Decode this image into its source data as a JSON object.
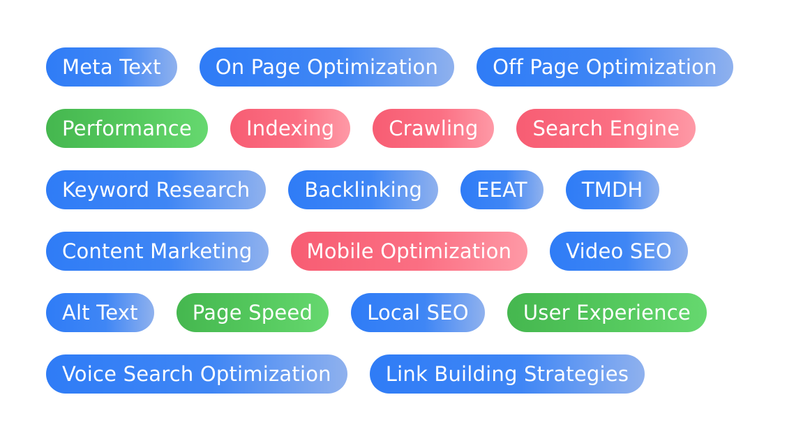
{
  "tag_rows": [
    [
      {
        "label": "Meta Text",
        "color": "blue"
      },
      {
        "label": "On Page Optimization",
        "color": "blue"
      },
      {
        "label": "Off Page Optimization",
        "color": "blue"
      }
    ],
    [
      {
        "label": "Performance",
        "color": "green"
      },
      {
        "label": "Indexing",
        "color": "red"
      },
      {
        "label": "Crawling",
        "color": "red"
      },
      {
        "label": "Search Engine",
        "color": "red"
      }
    ],
    [
      {
        "label": "Keyword Research",
        "color": "blue"
      },
      {
        "label": "Backlinking",
        "color": "blue"
      },
      {
        "label": "EEAT",
        "color": "blue"
      },
      {
        "label": "TMDH",
        "color": "blue"
      }
    ],
    [
      {
        "label": "Content Marketing",
        "color": "blue"
      },
      {
        "label": "Mobile Optimization",
        "color": "red"
      },
      {
        "label": "Video SEO",
        "color": "blue"
      }
    ],
    [
      {
        "label": "Alt Text",
        "color": "blue"
      },
      {
        "label": "Page Speed",
        "color": "green"
      },
      {
        "label": "Local SEO",
        "color": "blue"
      },
      {
        "label": "User Experience",
        "color": "green"
      }
    ],
    [
      {
        "label": "Voice Search Optimization",
        "color": "blue"
      },
      {
        "label": "Link Building Strategies",
        "color": "blue"
      }
    ]
  ],
  "palette": {
    "blue": "#3a82f6",
    "green": "#50c35a",
    "red": "#f9687c",
    "background": "#ffffff"
  }
}
